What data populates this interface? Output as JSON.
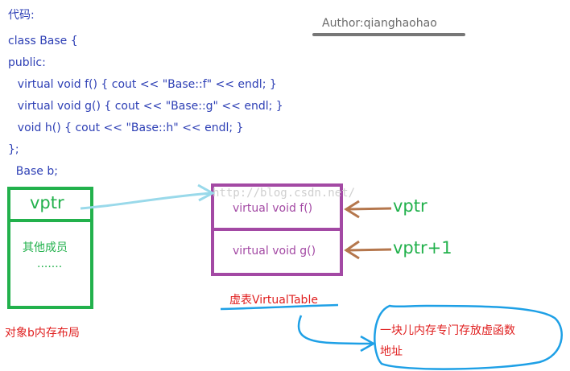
{
  "code": {
    "heading": "代码:",
    "lines": [
      "class Base {",
      "public:",
      "    virtual void f() { cout << \"Base::f\" << endl; }",
      "    virtual void g() { cout << \"Base::g\" << endl; }",
      "    void h() { cout << \"Base::h\" << endl; }",
      "};",
      "    Base b;"
    ]
  },
  "author": "Author:qianghaohao",
  "object_box": {
    "vptr_label": "vptr",
    "other_members": "其他成员",
    "ellipsis": ".......",
    "caption": "对象b内存布局"
  },
  "vtable": {
    "entries": [
      "virtual void f()",
      "virtual void g()"
    ],
    "caption": "虚表VirtualTable"
  },
  "pointers": [
    "vptr",
    "vptr+1"
  ],
  "note": {
    "line1": "一块儿内存专门存放虚函数",
    "line2": "地址"
  },
  "watermark": "http://blog.csdn.net/",
  "colors": {
    "code": "#2d3fb5",
    "object_box": "#22b14c",
    "vtable": "#a349a4",
    "red_text": "#e02020",
    "brown_arrow": "#b5774d",
    "light_blue_arrow": "#99d9ea",
    "blue_outline": "#1ea0e6"
  }
}
